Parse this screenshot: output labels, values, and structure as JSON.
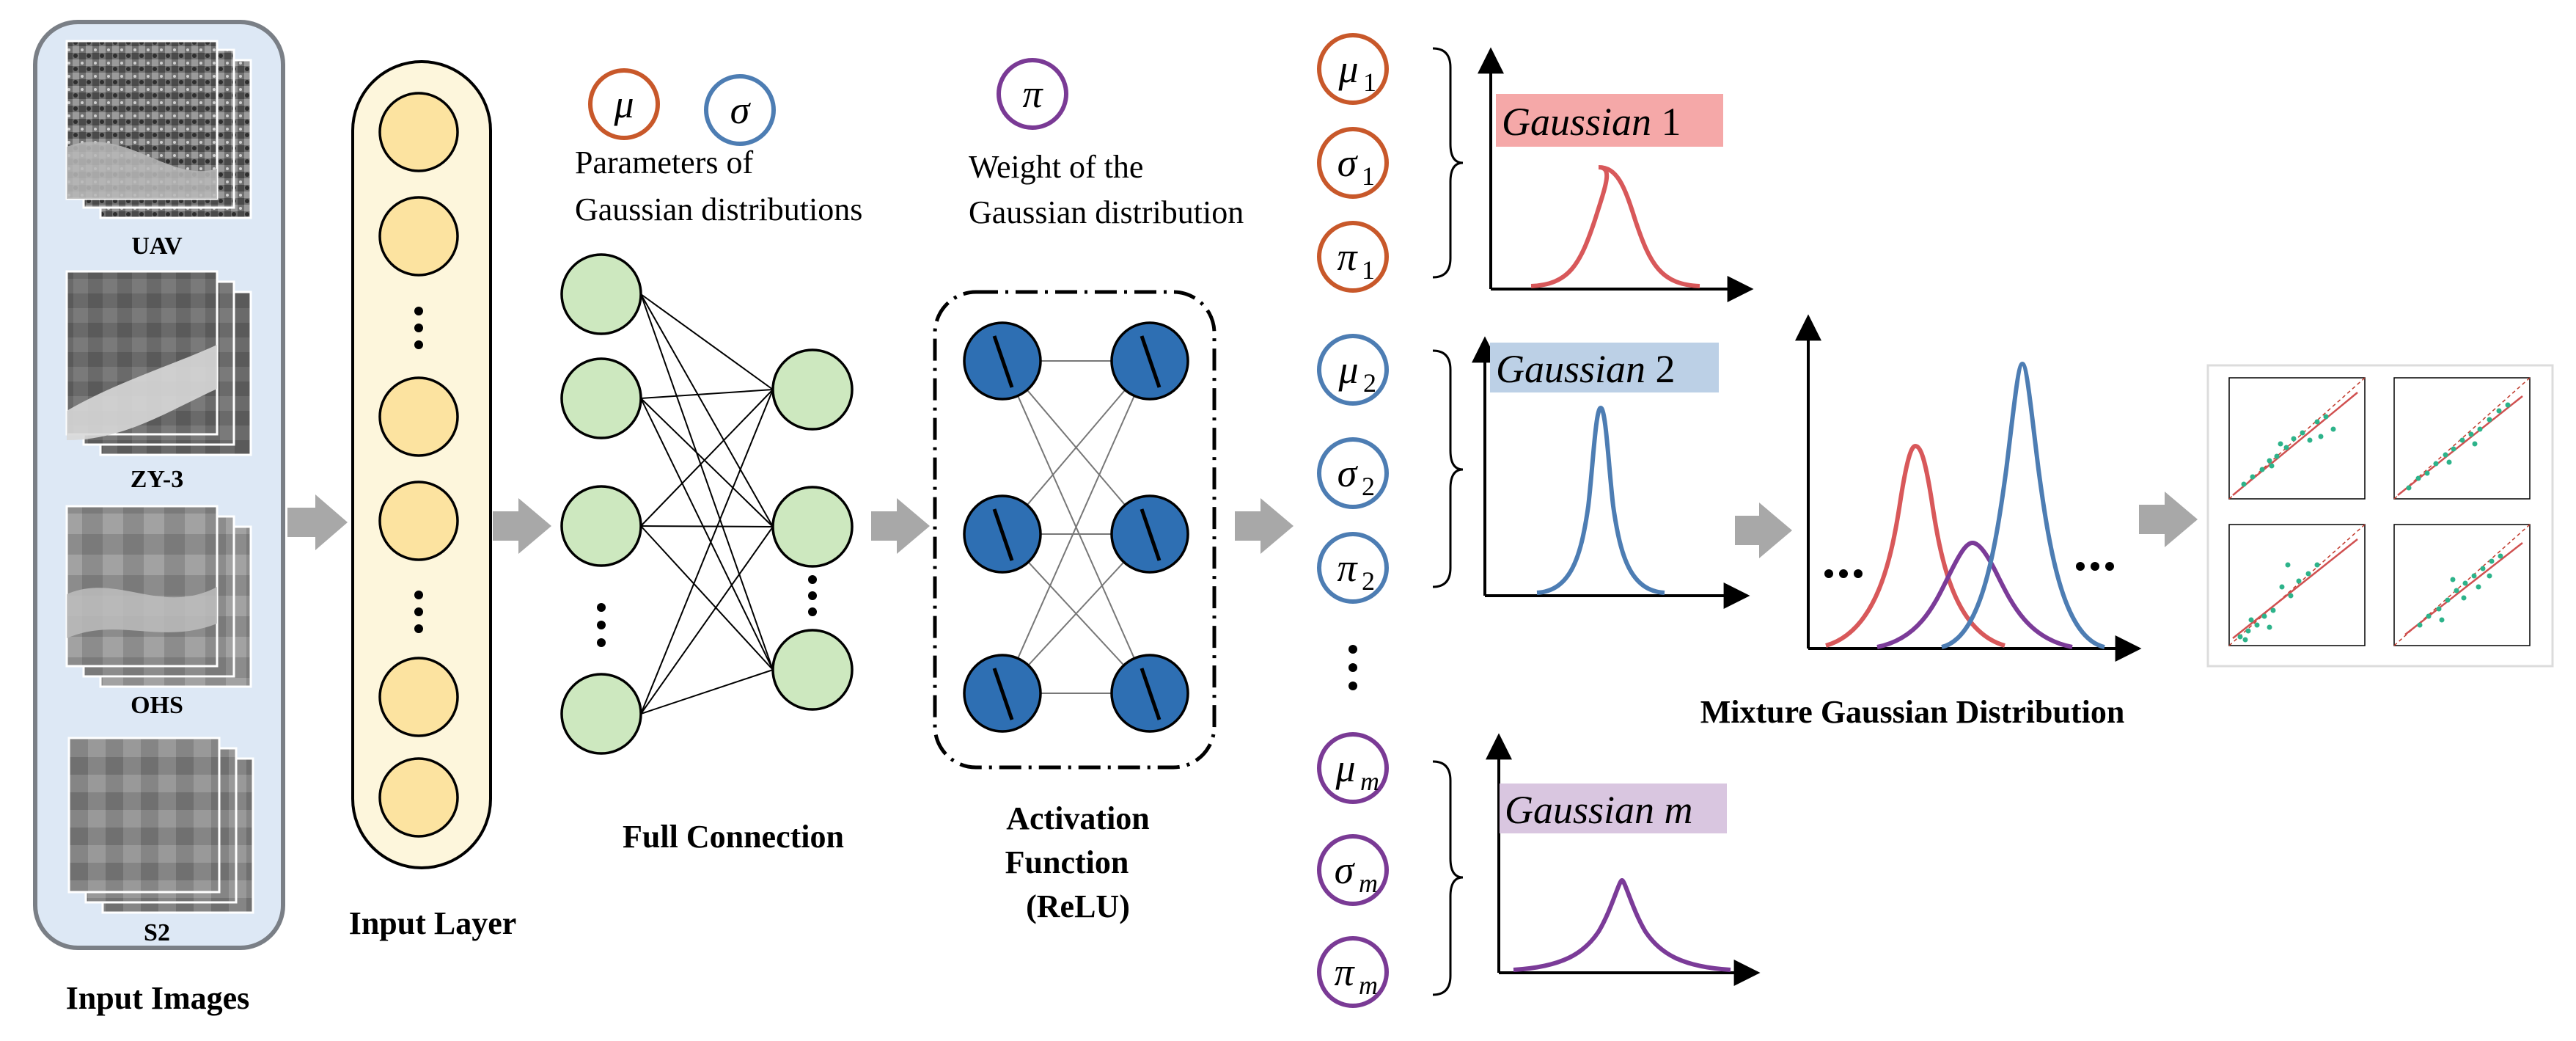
{
  "colors": {
    "panel_fill": "#dde8f5",
    "panel_stroke": "#7a7f86",
    "input_layer_fill": "#fdf6dc",
    "input_neuron": "#fce3a0",
    "hidden_neuron": "#cde8bf",
    "relu_neuron": "#2e6fb3",
    "arrow": "#a8a8a8",
    "orange": "#c8582a",
    "blue": "#4d7db3",
    "purple": "#7a3a95",
    "red_curve": "#d8585a",
    "blue_curve": "#4d7db3",
    "purple_curve": "#7b3b98",
    "label_red_bg": "#f5a8a8",
    "label_blue_bg": "#bcd0e6",
    "label_purple_bg": "#d9c6e0"
  },
  "inputs": {
    "images": [
      "UAV",
      "ZY-3",
      "OHS",
      "S2"
    ],
    "title": "Input Images"
  },
  "input_layer": {
    "title": "Input Layer"
  },
  "full_connection": {
    "title": "Full Connection",
    "mu": "μ",
    "sigma": "σ",
    "params_caption_1": "Parameters of",
    "params_caption_2": "Gaussian distributions"
  },
  "activation": {
    "title_1": "Activation",
    "title_2": "Function",
    "title_3": "(ReLU)",
    "pi": "π",
    "weight_caption_1": "Weight of the",
    "weight_caption_2": "Gaussian distribution"
  },
  "params": {
    "g1": {
      "mu": "μ",
      "sigma": "σ",
      "pi": "π",
      "sub": "1"
    },
    "g2": {
      "mu": "μ",
      "sigma": "σ",
      "pi": "π",
      "sub": "2"
    },
    "gm": {
      "mu": "μ",
      "sigma": "σ",
      "pi": "π",
      "sub": "m"
    }
  },
  "gaussians": {
    "g1": {
      "name": "Gaussian",
      "index": "1"
    },
    "g2": {
      "name": "Gaussian",
      "index": "2"
    },
    "gm": {
      "name": "Gaussian",
      "index": "m"
    }
  },
  "mixture": {
    "title": "Mixture Gaussian Distribution"
  },
  "ellipsis": "..."
}
